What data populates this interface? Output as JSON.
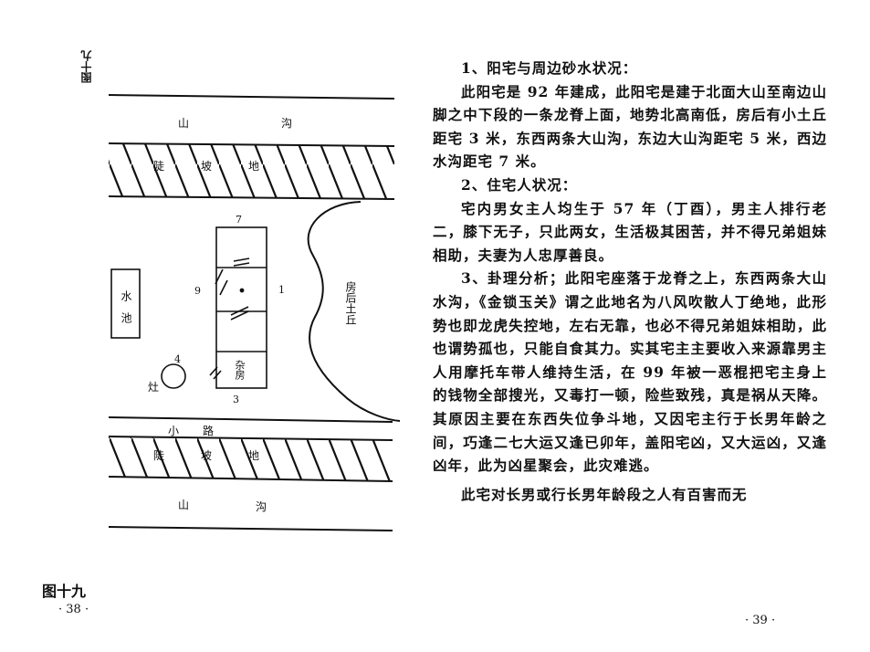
{
  "left_page": {
    "figure_caption_vertical": "图十九",
    "figure_caption": "图十九",
    "page_number": "· 38 ·",
    "diagram": {
      "top_mountain_label": "山",
      "top_ditch_label": "沟",
      "top_slope_text": "陡坡地",
      "house_number_top": "7",
      "house_number_mid": "1",
      "house_number_left": "9",
      "house_number_bottom": "3",
      "house_room_label": "杂房",
      "hill_label": "房后土丘",
      "pond_label": "水池",
      "well_number": "4",
      "well_label": "灶",
      "small_road_label": "小路",
      "bottom_slope_text": "陡坡地",
      "bottom_mountain_label": "山",
      "bottom_ditch_label": "沟"
    }
  },
  "right_page": {
    "page_number": "· 39 ·",
    "paragraphs": [
      "1、阳宅与周边砂水状况：",
      "此阳宅是 92 年建成，此阳宅是建于北面大山至南边山脚之中下段的一条龙脊上面，地势北高南低，房后有小土丘距宅 3 米，东西两条大山沟，东边大山沟距宅 5 米，西边水沟距宅 7 米。",
      "2、住宅人状况：",
      "宅内男女主人均生于 57 年（丁酉），男主人排行老二，膝下无子，只此两女，生活极其困苦，并不得兄弟姐妹相助，夫妻为人忠厚善良。",
      "3、卦理分析；此阳宅座落于龙脊之上，东西两条大山水沟，《金锁玉关》谓之此地名为八风吹散人丁绝地，此形势也即龙虎失控地，左右无靠，也必不得兄弟姐妹相助，此也谓势孤也，只能自食其力。实其宅主主要收入来源靠男主人用摩托车带人维持生活，在 99 年被一恶棍把宅主身上的钱物全部搜光，又毒打一顿，险些致残，真是祸从天降。其原因主要在东西失位争斗地，又因宅主行于长男年龄之间，巧逢二七大运又逢已卯年，盖阳宅凶，又大运凶，又逢凶年，此为凶星聚会，此灾难逃。",
      "此宅对长男或行长男年龄段之人有百害而无"
    ]
  }
}
